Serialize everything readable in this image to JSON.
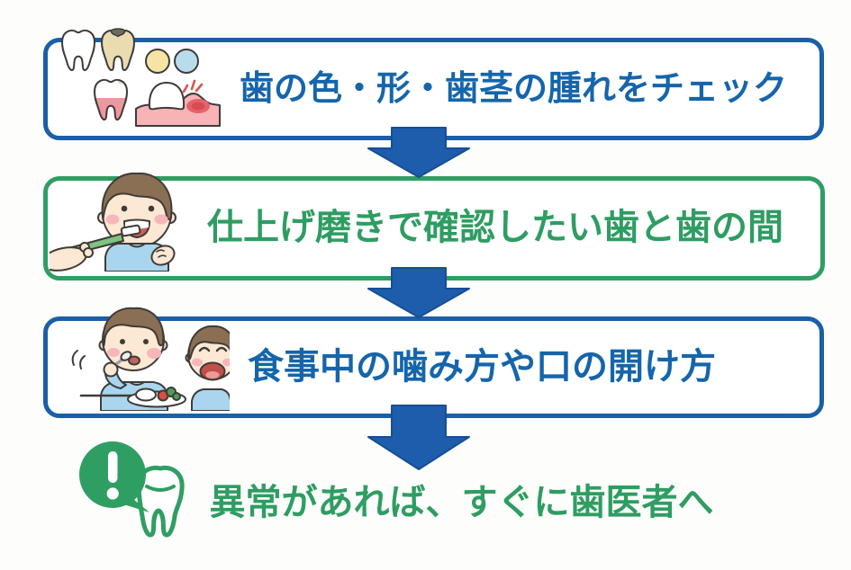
{
  "palette": {
    "blue": "#1a5fa8",
    "green": "#2f9e63",
    "arrow_blue": "#1e5dac"
  },
  "steps": [
    {
      "id": 1,
      "label": "歯の色・形・歯茎の腫れをチェック",
      "accent_color": "#1565ab",
      "icon": "teeth-samples-icon"
    },
    {
      "id": 2,
      "label": "仕上げ磨きで確認したい歯と歯の間",
      "accent_color": "#2e9d62",
      "icon": "child-toothbrushing-icon"
    },
    {
      "id": 3,
      "label": "食事中の噛み方や口の開け方",
      "accent_color": "#1565ab",
      "icon": "children-eating-icon"
    },
    {
      "id": 4,
      "label": "異常があれば、すぐに歯医者へ",
      "accent_color": "#2e9d62",
      "icon": "alert-tooth-icon"
    }
  ]
}
